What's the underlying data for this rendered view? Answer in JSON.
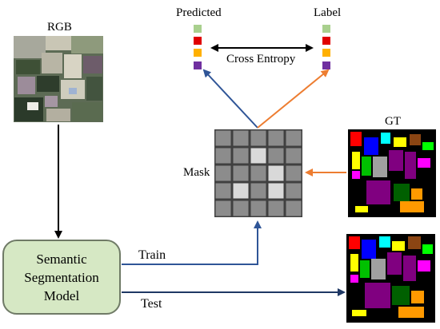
{
  "labels": {
    "rgb": "RGB",
    "predicted": "Predicted",
    "label": "Label",
    "cross_entropy": "Cross Entropy",
    "mask": "Mask",
    "gt": "GT",
    "train": "Train",
    "test": "Test"
  },
  "model": {
    "lines": [
      "Semantic",
      "Segmentation",
      "Model"
    ]
  },
  "legend_colors": [
    "#a9d08e",
    "#e00000",
    "#ffb000",
    "#7030a0"
  ],
  "mask_grid": {
    "rows": 5,
    "cols": 5,
    "cells": [
      [
        0,
        0,
        0,
        0,
        0
      ],
      [
        0,
        0,
        1,
        0,
        0
      ],
      [
        0,
        0,
        0,
        1,
        0
      ],
      [
        0,
        1,
        0,
        1,
        0
      ],
      [
        0,
        0,
        0,
        0,
        0
      ]
    ],
    "cell_color": "#8c8c8c",
    "highlight_color": "#d9d9d9"
  },
  "colors": {
    "blue_arrow": "#2f5597",
    "orange_arrow": "#ed7d31",
    "black_arrow": "#000000",
    "navy_arrow": "#1f3864",
    "model_fill": "#d6e8c4"
  }
}
